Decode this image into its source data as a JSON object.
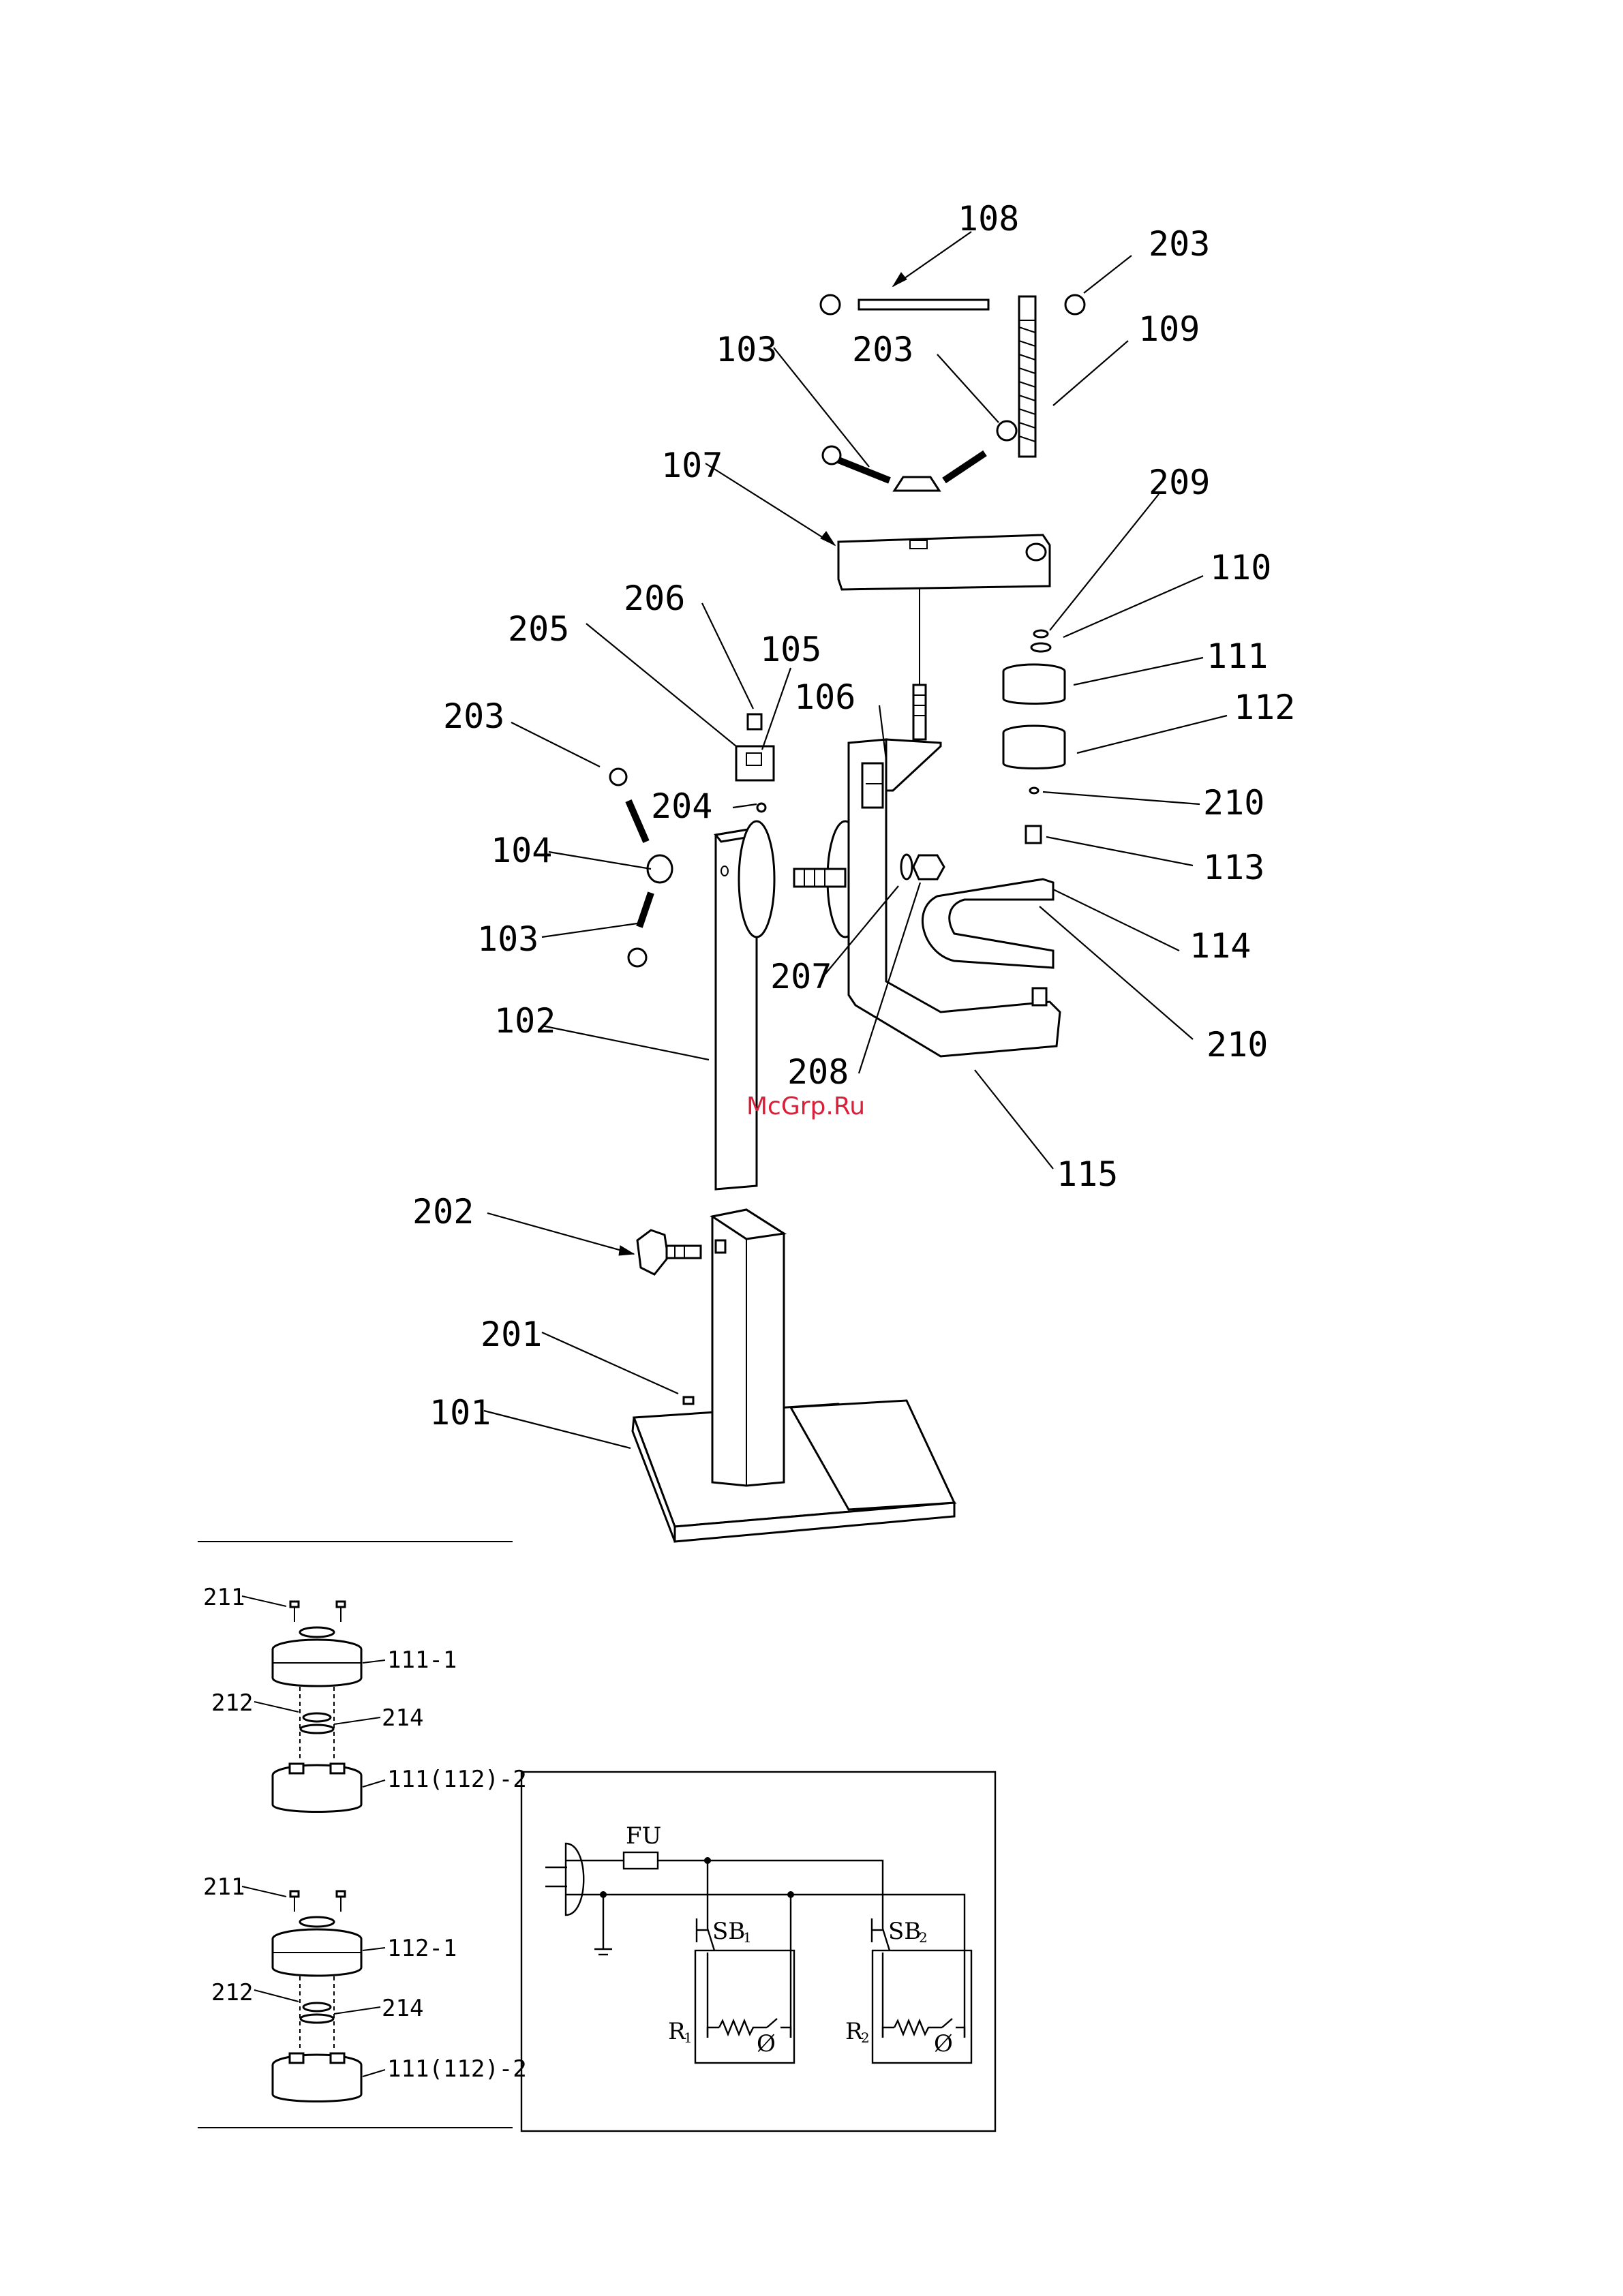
{
  "callouts": {
    "p101": "101",
    "p102": "102",
    "p103a": "103",
    "p103b": "103",
    "p104": "104",
    "p105": "105",
    "p106": "106",
    "p107": "107",
    "p108": "108",
    "p109": "109",
    "p110": "110",
    "p111": "111",
    "p112": "112",
    "p113": "113",
    "p114": "114",
    "p115": "115",
    "p201": "201",
    "p202": "202",
    "p203a": "203",
    "p203b": "203",
    "p203c": "203",
    "p204": "204",
    "p205": "205",
    "p206": "206",
    "p207": "207",
    "p208": "208",
    "p209": "209",
    "p210a": "210",
    "p210b": "210"
  },
  "detail_top": {
    "screw": "211",
    "top": "111-1",
    "washer": "212",
    "nut": "214",
    "bottom": "111(112)-2"
  },
  "detail_bottom": {
    "screw": "211",
    "top": "112-1",
    "washer": "212",
    "nut": "214",
    "bottom": "111(112)-2"
  },
  "circuit": {
    "fuse": "FU",
    "switch1": "SB",
    "switch1_sub": "1",
    "switch2": "SB",
    "switch2_sub": "2",
    "heater1": "R",
    "heater1_sub": "1",
    "heater2": "R",
    "heater2_sub": "2",
    "thermo_symbol": "Ø"
  },
  "watermark": "McGrp.Ru",
  "icons": {
    "plug": "power-plug-icon",
    "ground": "ground-icon",
    "switch": "push-switch-icon",
    "resistor": "resistor-icon"
  }
}
